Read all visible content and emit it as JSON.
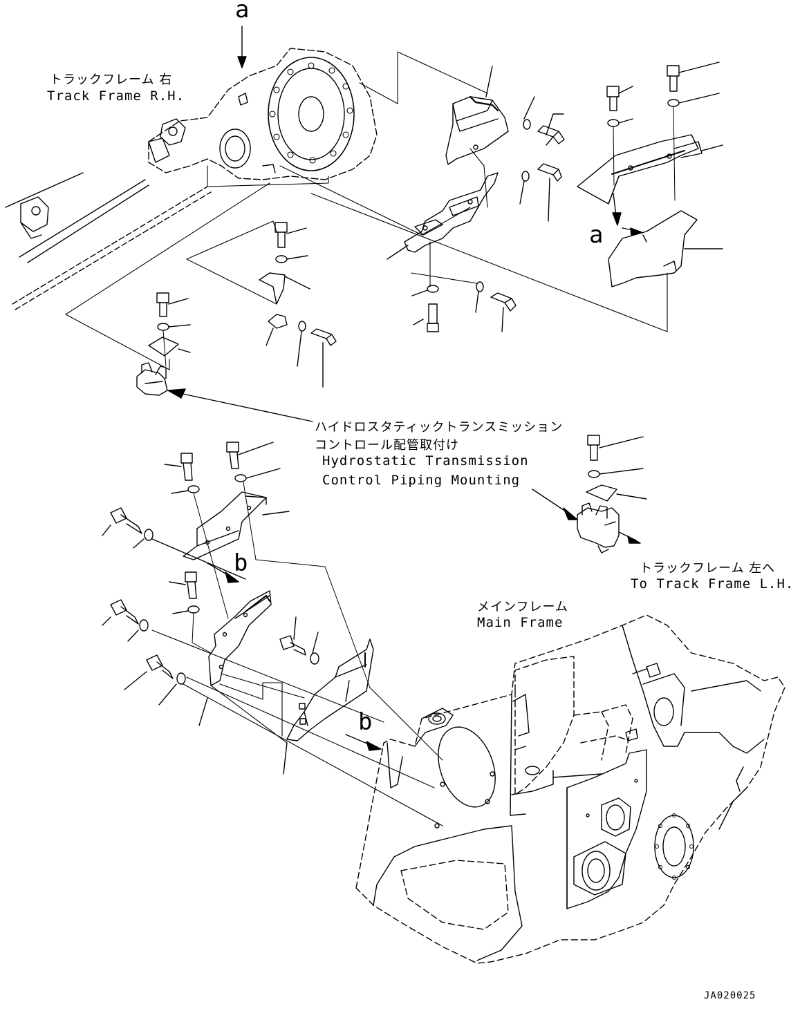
{
  "diagram": {
    "view_letters": {
      "a_top": "a",
      "a_mid": "a",
      "b_mid": "b",
      "b_low": "b"
    },
    "labels": {
      "track_frame_rh_jp": "トラックフレーム 右",
      "track_frame_rh_en": "Track Frame R.H.",
      "hst_jp_line1": "ハイドロスタティックトランスミッション",
      "hst_jp_line2": "コントロール配管取付け",
      "hst_en_line1": "Hydrostatic Transmission",
      "hst_en_line2": "Control Piping Mounting",
      "track_frame_lh_jp": "トラックフレーム 左へ",
      "track_frame_lh_en": "To Track Frame L.H.",
      "main_frame_jp": "メインフレーム",
      "main_frame_en": "Main Frame"
    },
    "drawing_code": "JA020025",
    "colors": {
      "line": "#000000",
      "background": "#ffffff"
    }
  }
}
